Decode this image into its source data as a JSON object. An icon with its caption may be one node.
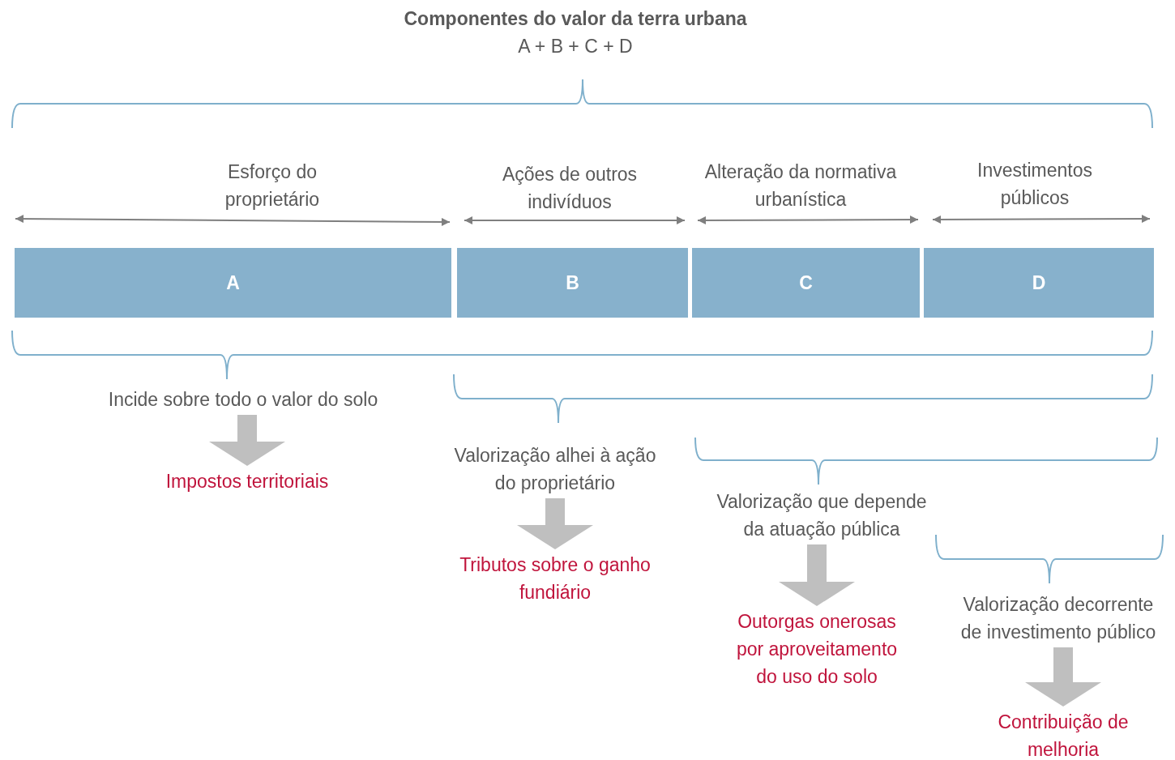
{
  "diagram": {
    "title": "Componentes do valor da terra urbana",
    "nodes": [
      {
        "text": [
          "A"
        ]
      },
      {
        "text": [
          "B"
        ]
      },
      {
        "text": [
          "C"
        ]
      },
      {
        "text": [
          "D"
        ]
      },
      {
        "text": [
          "Incide sobre todo o valor do solo"
        ]
      },
      {
        "text": [
          "Impostos territoriais"
        ]
      },
      {
        "text": [
          "Valorização alhei à ação do proprietário"
        ]
      },
      {
        "text": [
          "Tributos sobre o ganho fundiário"
        ]
      },
      {
        "text": [
          "Valorização que depende da atuação pública"
        ]
      },
      {
        "text": [
          "Outorgas onerosas por aproveitamento do uso do solo"
        ]
      },
      {
        "text": [
          "Valorização decorrente de investimento público"
        ]
      },
      {
        "text": [
          "Contribuição de melhoria"
        ]
      }
    ],
    "edges": [
      {
        "from": 4,
        "to": 5,
        "arrow": "to"
      },
      {
        "from": 6,
        "to": 7,
        "arrow": "to"
      },
      {
        "from": 8,
        "to": 9,
        "arrow": "to"
      },
      {
        "from": 10,
        "to": 11,
        "arrow": "to"
      }
    ],
    "labels": [
      "A + B + C + D",
      "Esforço do proprietário",
      "Ações de outros indivíduos",
      "Alteração da normativa urbanística",
      "Investimentos públicos"
    ]
  }
}
